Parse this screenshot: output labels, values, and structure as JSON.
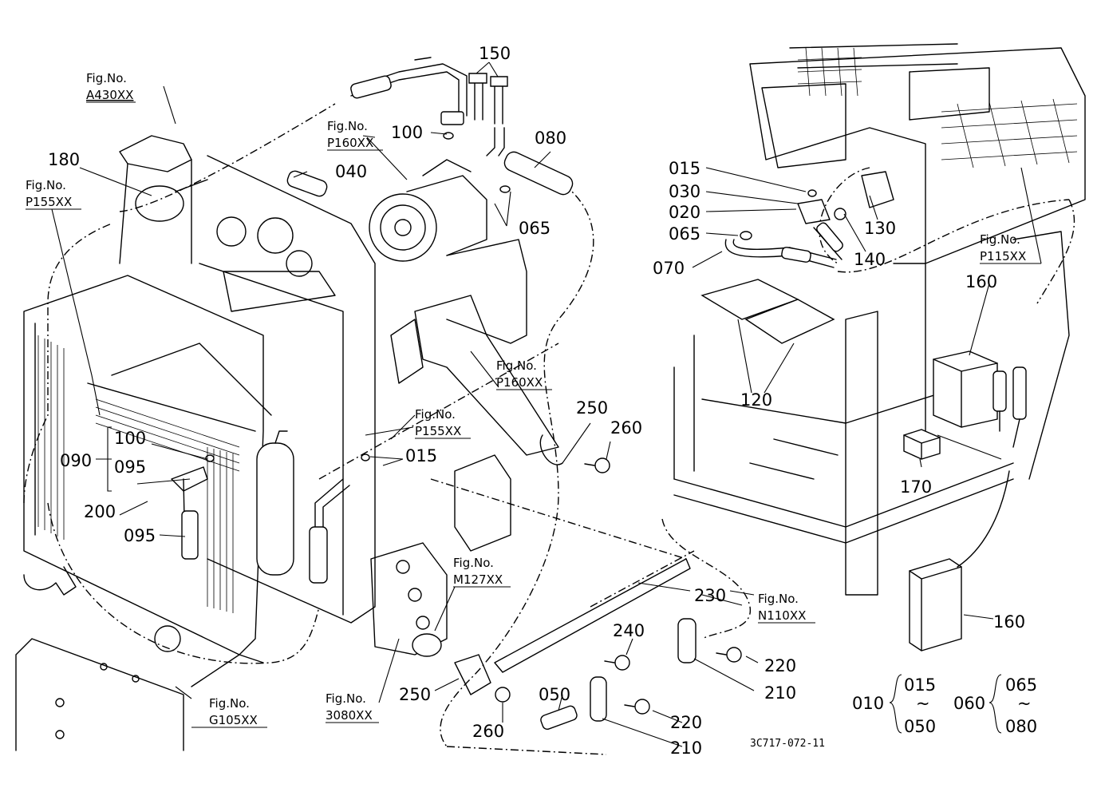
{
  "figure_refs": [
    {
      "id": "a430",
      "line1": "Fig.No.",
      "line2": "A430XX"
    },
    {
      "id": "p155-left",
      "line1": "Fig.No.",
      "line2": "P155XX"
    },
    {
      "id": "p160-top",
      "line1": "Fig.No.",
      "line2": "P160XX"
    },
    {
      "id": "p160-mid",
      "line1": "Fig.No.",
      "line2": "P160XX"
    },
    {
      "id": "p155-mid",
      "line1": "Fig.No.",
      "line2": "P155XX"
    },
    {
      "id": "p115",
      "line1": "Fig.No.",
      "line2": "P115XX"
    },
    {
      "id": "m127",
      "line1": "Fig.No.",
      "line2": "M127XX"
    },
    {
      "id": "n110",
      "line1": "Fig.No.",
      "line2": "N110XX"
    },
    {
      "id": "g105",
      "line1": "Fig.No.",
      "line2": "G105XX"
    },
    {
      "id": "3080",
      "line1": "Fig.No.",
      "line2": "3080XX"
    }
  ],
  "part_labels": [
    {
      "id": "150",
      "text": "150"
    },
    {
      "id": "100-top",
      "text": "100"
    },
    {
      "id": "080",
      "text": "080"
    },
    {
      "id": "040",
      "text": "040"
    },
    {
      "id": "065-top",
      "text": "065"
    },
    {
      "id": "180",
      "text": "180"
    },
    {
      "id": "015-right",
      "text": "015"
    },
    {
      "id": "030",
      "text": "030"
    },
    {
      "id": "020",
      "text": "020"
    },
    {
      "id": "065-right",
      "text": "065"
    },
    {
      "id": "070",
      "text": "070"
    },
    {
      "id": "130",
      "text": "130"
    },
    {
      "id": "140",
      "text": "140"
    },
    {
      "id": "160-top",
      "text": "160"
    },
    {
      "id": "120",
      "text": "120"
    },
    {
      "id": "250-right",
      "text": "250"
    },
    {
      "id": "260-right",
      "text": "260"
    },
    {
      "id": "015-mid",
      "text": "015"
    },
    {
      "id": "100-left",
      "text": "100"
    },
    {
      "id": "090",
      "text": "090"
    },
    {
      "id": "095-top",
      "text": "095"
    },
    {
      "id": "200",
      "text": "200"
    },
    {
      "id": "095-bottom",
      "text": "095"
    },
    {
      "id": "170",
      "text": "170"
    },
    {
      "id": "230",
      "text": "230"
    },
    {
      "id": "240",
      "text": "240"
    },
    {
      "id": "220-top",
      "text": "220"
    },
    {
      "id": "210-right",
      "text": "210"
    },
    {
      "id": "220-bottom",
      "text": "220"
    },
    {
      "id": "210-bottom",
      "text": "210"
    },
    {
      "id": "250-left",
      "text": "250"
    },
    {
      "id": "050",
      "text": "050"
    },
    {
      "id": "260-left",
      "text": "260"
    },
    {
      "id": "160-bottom",
      "text": "160"
    }
  ],
  "legend": {
    "group1": {
      "parent": "010",
      "first": "015",
      "tilde": "~",
      "last": "050"
    },
    "group2": {
      "parent": "060",
      "first": "065",
      "tilde": "~",
      "last": "080"
    }
  },
  "drawing_code": "3C717-072-11"
}
